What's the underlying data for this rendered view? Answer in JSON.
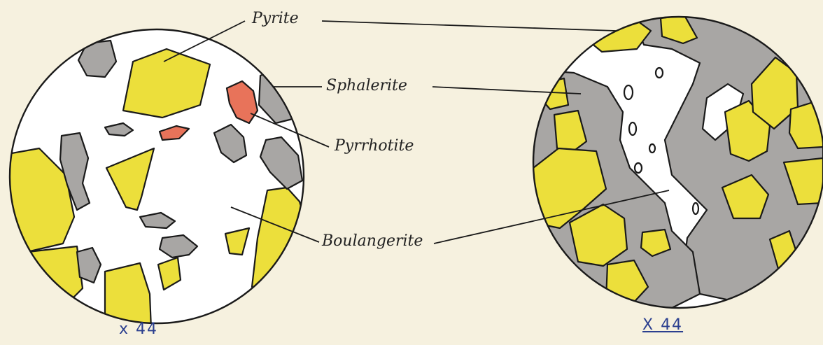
{
  "labels": {
    "pyrite": "Pyrite",
    "sphalerite": "Sphalerite",
    "pyrrhotite": "Pyrrhotite",
    "boulangerite": "Boulangerite"
  },
  "magnification": {
    "left": "x 44",
    "right": "X 44"
  },
  "colors": {
    "paper": "#f6f1df",
    "pyrite": "#ecdf3b",
    "sphalerite": "#a8a6a4",
    "pyrrhotite": "#e8735a",
    "boulangerite": "#ffffff",
    "outline": "#1a1a1a",
    "magnification_ink": "#2b3f8f"
  }
}
